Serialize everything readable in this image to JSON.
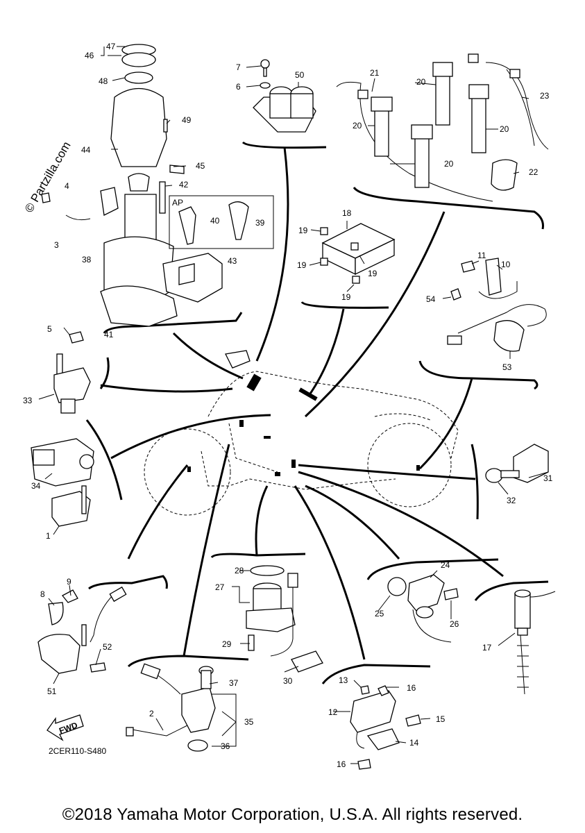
{
  "watermark": "© Partzilla.com",
  "diagram_code": "2CER110-S480",
  "copyright": "©2018 Yamaha Motor Corporation, U.S.A. All rights reserved.",
  "fwd_label": "FWD",
  "ap_label": "AP",
  "callouts": {
    "c1": "1",
    "c2": "2",
    "c3": "3",
    "c4": "4",
    "c5": "5",
    "c6": "6",
    "c7": "7",
    "c8": "8",
    "c9": "9",
    "c10": "10",
    "c11": "11",
    "c12": "12",
    "c13": "13",
    "c14": "14",
    "c15": "15",
    "c16a": "16",
    "c16b": "16",
    "c17": "17",
    "c18": "18",
    "c19a": "19",
    "c19b": "19",
    "c19c": "19",
    "c19d": "19",
    "c20a": "20",
    "c20b": "20",
    "c20c": "20",
    "c20d": "20",
    "c21": "21",
    "c22": "22",
    "c23": "23",
    "c24": "24",
    "c25": "25",
    "c26": "26",
    "c27": "27",
    "c28": "28",
    "c29": "29",
    "c30": "30",
    "c31": "31",
    "c32": "32",
    "c33": "33",
    "c34": "34",
    "c35": "35",
    "c36": "36",
    "c37": "37",
    "c38": "38",
    "c39": "39",
    "c40": "40",
    "c41": "41",
    "c42": "42",
    "c43": "43",
    "c44": "44",
    "c45": "45",
    "c46": "46",
    "c47": "47",
    "c48": "48",
    "c49": "49",
    "c50": "50",
    "c51": "51",
    "c52": "52",
    "c53": "53",
    "c54": "54"
  }
}
